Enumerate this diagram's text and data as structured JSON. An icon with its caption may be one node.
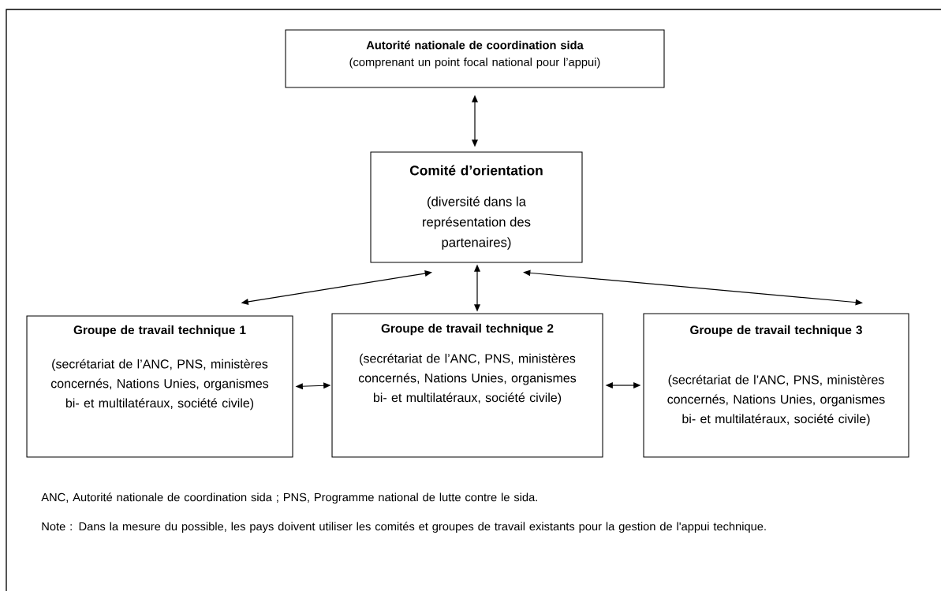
{
  "diagram": {
    "nodes": [
      {
        "text": [
          "Autorité nationale de coordination sida",
          "(comprenant un point focal national pour l’appui)"
        ]
      },
      {
        "text": [
          "Comité d’orientation",
          "(diversité dans la représentation des partenaires)"
        ]
      },
      {
        "text": [
          "Groupe de travail technique 1",
          "(secrétariat de l’ANC, PNS, ministères concernés, Nations Unies, organismes bi- et multilatéraux, société civile)"
        ]
      },
      {
        "text": [
          "Groupe de travail technique 2",
          "(secrétariat de l’ANC, PNS, ministères concernés, Nations Unies, organismes bi- et multilatéraux, société civile)"
        ]
      },
      {
        "text": [
          "Groupe de travail technique 3",
          "(secrétariat de l’ANC, PNS, ministères concernés, Nations Unies, organismes bi- et multilatéraux, société civile)"
        ]
      }
    ],
    "edges": [
      {
        "from": 0,
        "to": 1,
        "arrow": "both"
      },
      {
        "from": 1,
        "to": 2,
        "arrow": "both"
      },
      {
        "from": 1,
        "to": 3,
        "arrow": "both"
      },
      {
        "from": 1,
        "to": 4,
        "arrow": "both"
      },
      {
        "from": 2,
        "to": 3,
        "arrow": "both"
      },
      {
        "from": 3,
        "to": 4,
        "arrow": "both"
      }
    ],
    "labels": [
      "ANC, Autorité nationale de coordination sida ; PNS, Programme national de lutte contre le sida.",
      "Note : Dans la mesure du possible, les pays doivent utiliser les comités et groupes de travail existants pour la gestion de l'appui technique."
    ]
  }
}
